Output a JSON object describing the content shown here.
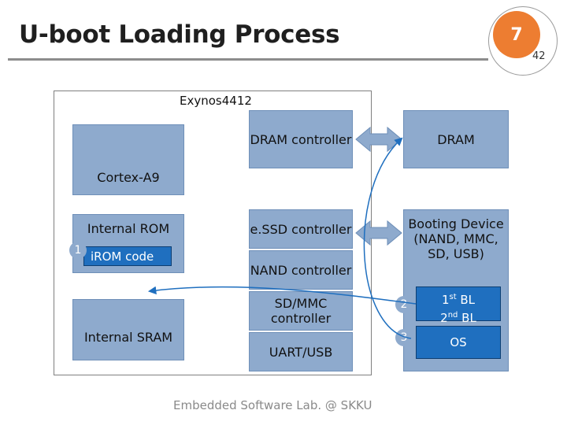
{
  "title": "U-boot Loading Process",
  "slide_badge": "7",
  "page_number": "42",
  "chip": {
    "label": "Exynos4412"
  },
  "blocks": {
    "cortex": "Cortex-A9",
    "internal_rom": "Internal ROM",
    "irom_code": "iROM code",
    "internal_sram": "Internal SRAM",
    "dram_controller": "DRAM controller",
    "essd_controller": "e.SSD controller",
    "nand_controller": "NAND controller",
    "sdmmc_controller": "SD/MMC controller",
    "uart_usb": "UART/USB",
    "dram": "DRAM",
    "booting_device": "Booting Device (NAND, MMC, SD, USB)",
    "bl_prefix_1": "1",
    "bl_sup_1": "st",
    "bl_suffix_1": " BL",
    "bl_prefix_2": "2",
    "bl_sup_2": "nd",
    "bl_suffix_2": " BL",
    "os": "OS"
  },
  "steps": [
    "1",
    "2",
    "3"
  ],
  "footer": "Embedded Software Lab. @ SKKU",
  "colors": {
    "block": "#8eaacd",
    "dark_block": "#1f6fbf",
    "badge": "#ed7d31",
    "arrow": "#1f6fbf"
  }
}
